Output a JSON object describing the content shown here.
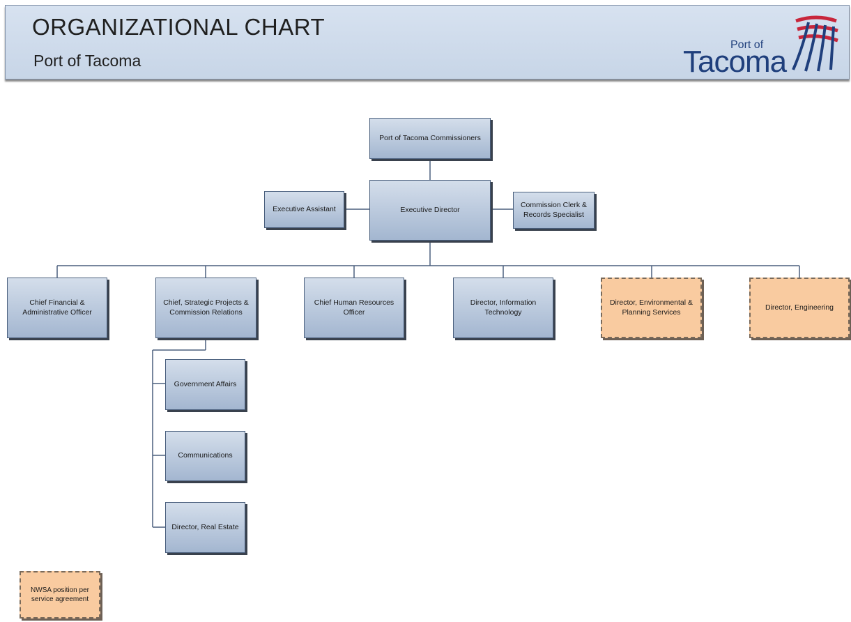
{
  "header": {
    "title": "ORGANIZATIONAL CHART",
    "subtitle": "Port of Tacoma",
    "logo_small": "Port of",
    "logo_big": "Tacoma"
  },
  "colors": {
    "box_fill_top": "#d4deeb",
    "box_fill_bottom": "#a3b6d0",
    "nwsa_fill": "#f9cba0",
    "line": "#4a5f7d",
    "logo_blue": "#1f3f7c",
    "logo_red": "#c8263b"
  },
  "chart": {
    "commissioners": "Port of Tacoma Commissioners",
    "executive_director": "Executive Director",
    "executive_assistant": "Executive Assistant",
    "commission_clerk": "Commission Clerk & Records Specialist",
    "reports": [
      "Chief Financial & Administrative Officer",
      "Chief, Strategic Projects & Commission Relations",
      "Chief Human Resources Officer",
      "Director, Information Technology",
      "Director, Environmental & Planning Services",
      "Director, Engineering"
    ],
    "strategic_sub": [
      "Government Affairs",
      "Communications",
      "Director, Real Estate"
    ],
    "legend_nwsa": "NWSA position per service agreement"
  }
}
